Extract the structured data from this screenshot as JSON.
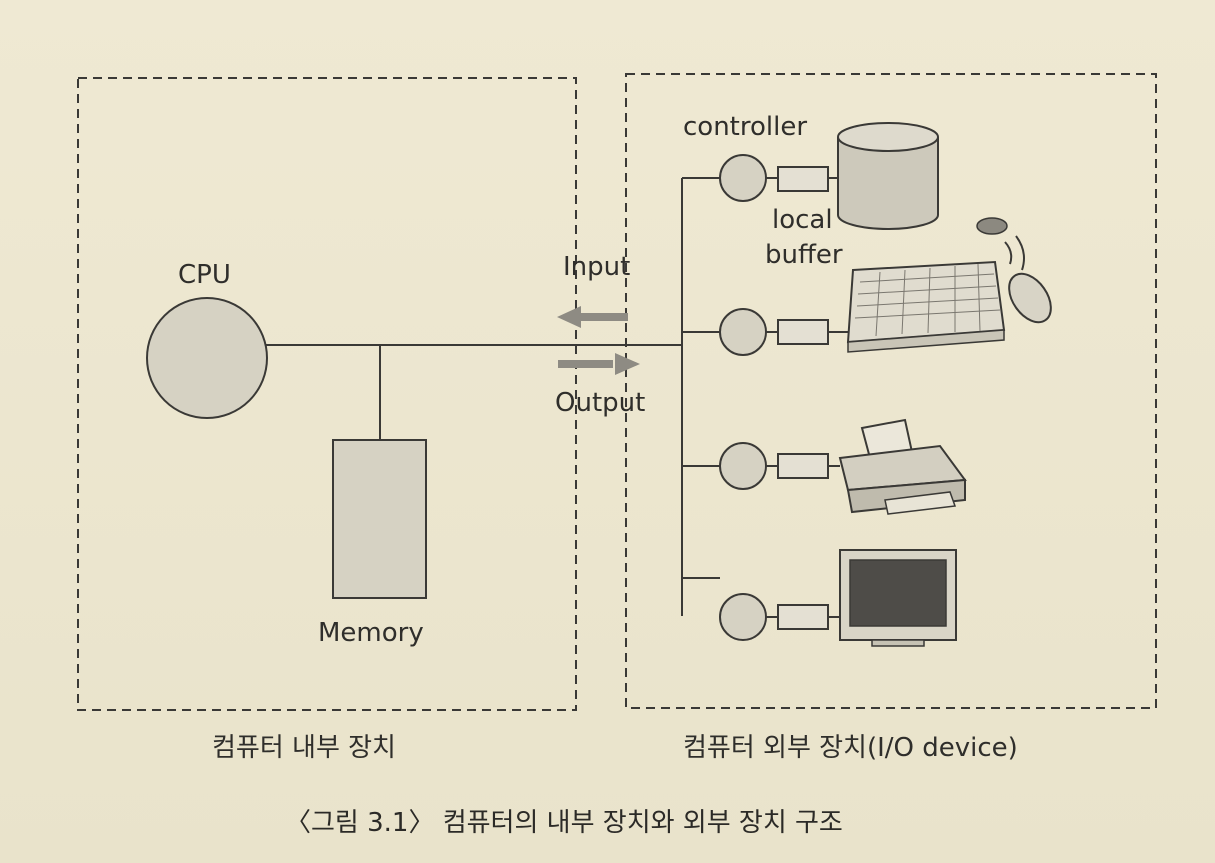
{
  "diagram": {
    "cpu_label": "CPU",
    "memory_label": "Memory",
    "input_label": "Input",
    "output_label": "Output",
    "controller_label": "controller",
    "local_buffer_label_1": "local",
    "local_buffer_label_2": "buffer",
    "internal_devices_label": "컴퓨터 내부 장치",
    "external_devices_label": "컴퓨터 외부 장치(I/O device)",
    "devices": [
      "disk-icon",
      "keyboard-icon",
      "mouse-icon",
      "printer-icon",
      "monitor-icon"
    ]
  },
  "caption": {
    "text": "〈그림 3.1〉 컴퓨터의 내부 장치와 외부 장치 구조"
  }
}
